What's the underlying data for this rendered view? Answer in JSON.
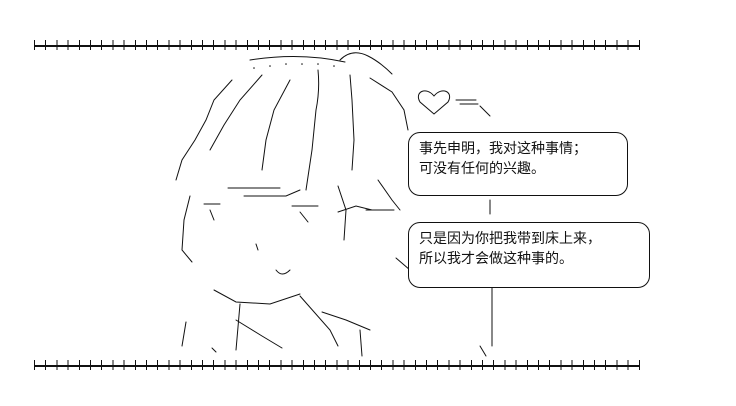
{
  "bubbles": {
    "first": {
      "lines": [
        "事先申明，我对这种事情；",
        "可没有任何的兴趣。"
      ]
    },
    "second": {
      "lines": [
        "只是因为你把我带到床上来，",
        "所以我才会做这种事的。"
      ]
    }
  },
  "art": {
    "color": "#111111"
  }
}
